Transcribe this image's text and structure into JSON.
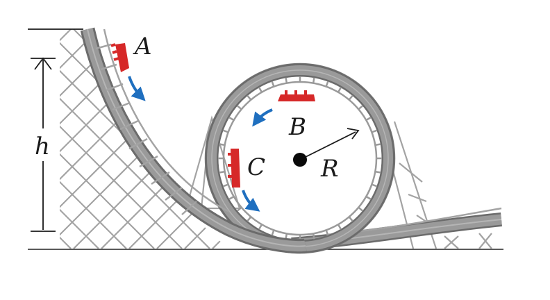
{
  "labels": {
    "point_a": "A",
    "point_b": "B",
    "point_c": "C",
    "height": "h",
    "radius": "R"
  },
  "colors": {
    "track": "#8f8f8f",
    "track_edge": "#6b6b6b",
    "support": "#a3a3a3",
    "car": "#d62828",
    "arrow": "#1f6fbf",
    "ink": "#1a1a1a",
    "center_dot": "#0a0a0a"
  },
  "icons": {
    "car": "roller-coaster-car-icon",
    "direction": "blue-direction-arrow-icon"
  }
}
